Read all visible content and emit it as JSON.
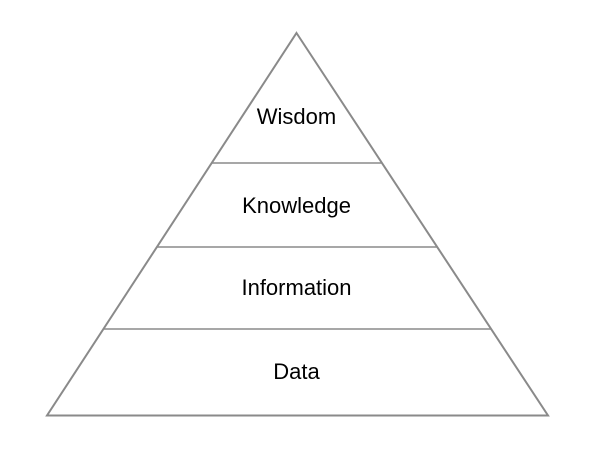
{
  "diagram": {
    "type": "pyramid",
    "levels": [
      {
        "label": "Wisdom"
      },
      {
        "label": "Knowledge"
      },
      {
        "label": "Information"
      },
      {
        "label": "Data"
      }
    ],
    "colors": {
      "stroke": "#8A8A8A",
      "text": "#000000",
      "background": "#FFFFFF"
    }
  }
}
